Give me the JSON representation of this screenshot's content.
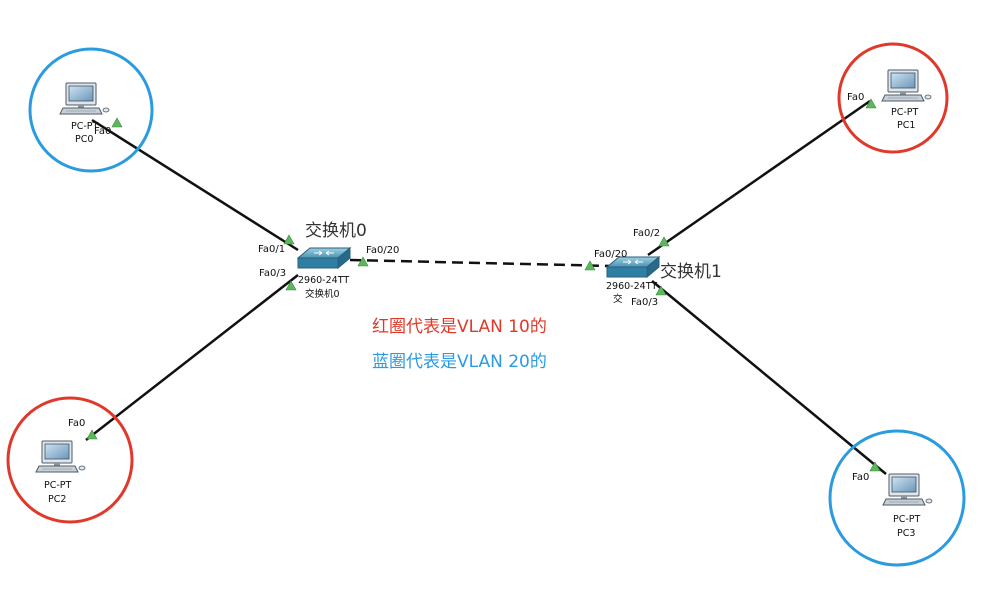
{
  "colors": {
    "vlan10": "#e0392b",
    "vlan20": "#2b9be0",
    "link": "#111111",
    "port_up": "#5cb85c"
  },
  "legend": {
    "red": "红圈代表是VLAN 10的",
    "blue": "蓝圈代表是VLAN 20的"
  },
  "switch0": {
    "title": "交换机0",
    "model": "2960-24TT",
    "name": "交换机0"
  },
  "switch1": {
    "title": "交换机1",
    "model": "2960-24TT",
    "name": "交"
  },
  "pc0": {
    "model": "PC-PT",
    "name": "PC0",
    "vlan": 20
  },
  "pc1": {
    "model": "PC-PT",
    "name": "PC1",
    "vlan": 10
  },
  "pc2": {
    "model": "PC-PT",
    "name": "PC2",
    "vlan": 10
  },
  "pc3": {
    "model": "PC-PT",
    "name": "PC3",
    "vlan": 20
  },
  "ports": {
    "pc0_fa0": "Fa0",
    "pc1_fa0": "Fa0",
    "pc2_fa0": "Fa0",
    "pc3_fa0": "Fa0",
    "sw0_fa01": "Fa0/1",
    "sw0_fa03": "Fa0/3",
    "sw0_fa020": "Fa0/20",
    "sw1_fa020": "Fa0/20",
    "sw1_fa02": "Fa0/2",
    "sw1_fa03": "Fa0/3"
  },
  "icons": {
    "pc": "desktop-pc-icon",
    "switch": "network-switch-icon",
    "port": "port-status-triangle-icon"
  }
}
